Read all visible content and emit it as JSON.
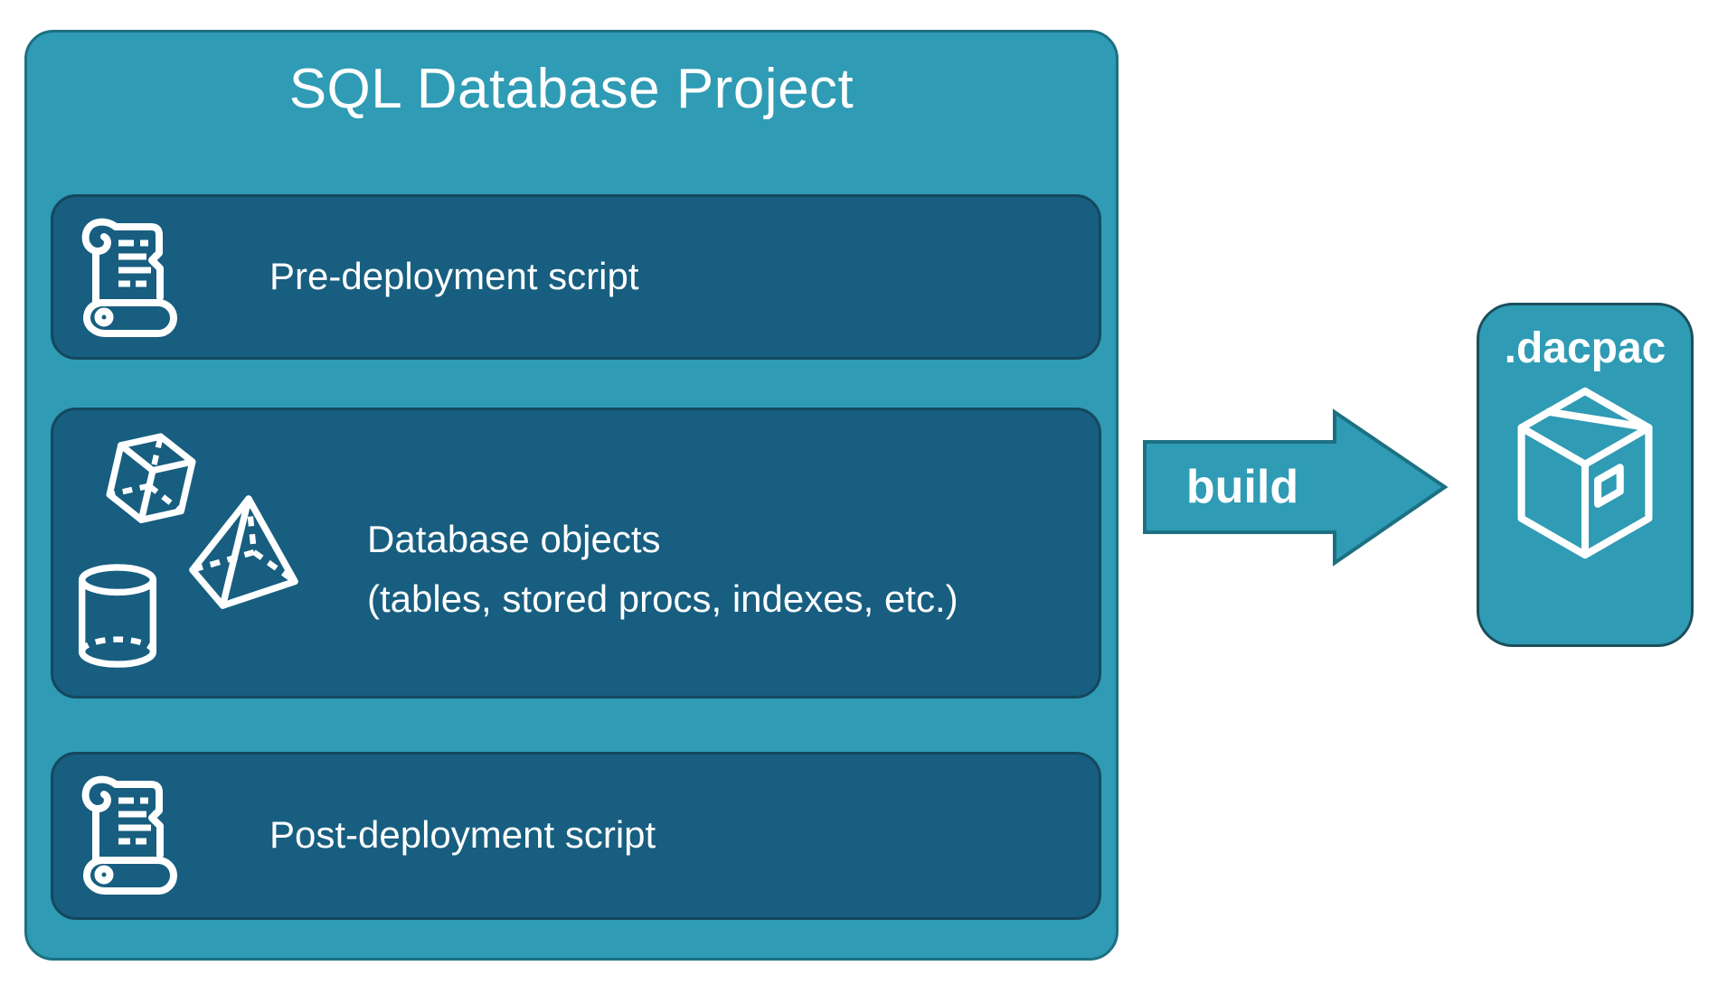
{
  "project": {
    "title": "SQL Database Project",
    "items": [
      {
        "id": "pre-deployment",
        "label": "Pre-deployment script",
        "icon": "scroll-icon"
      },
      {
        "id": "database-objects",
        "line1": "Database objects",
        "line2": "(tables, stored procs, indexes, etc.)",
        "icons": [
          "cuboid-icon",
          "pyramid-icon",
          "cylinder-icon"
        ]
      },
      {
        "id": "post-deployment",
        "label": "Post-deployment script",
        "icon": "scroll-icon"
      }
    ]
  },
  "arrow": {
    "label": "build"
  },
  "output": {
    "title": ".dacpac",
    "icon": "package-icon"
  },
  "colors": {
    "teal": "#2F9BB4",
    "teal_border": "#1C7082",
    "panel": "#175E80",
    "panel_border": "#14485F",
    "dacpac_border": "#1B4E5C",
    "text": "#FFFFFF",
    "canvas_bg": "#FFFFFF"
  }
}
